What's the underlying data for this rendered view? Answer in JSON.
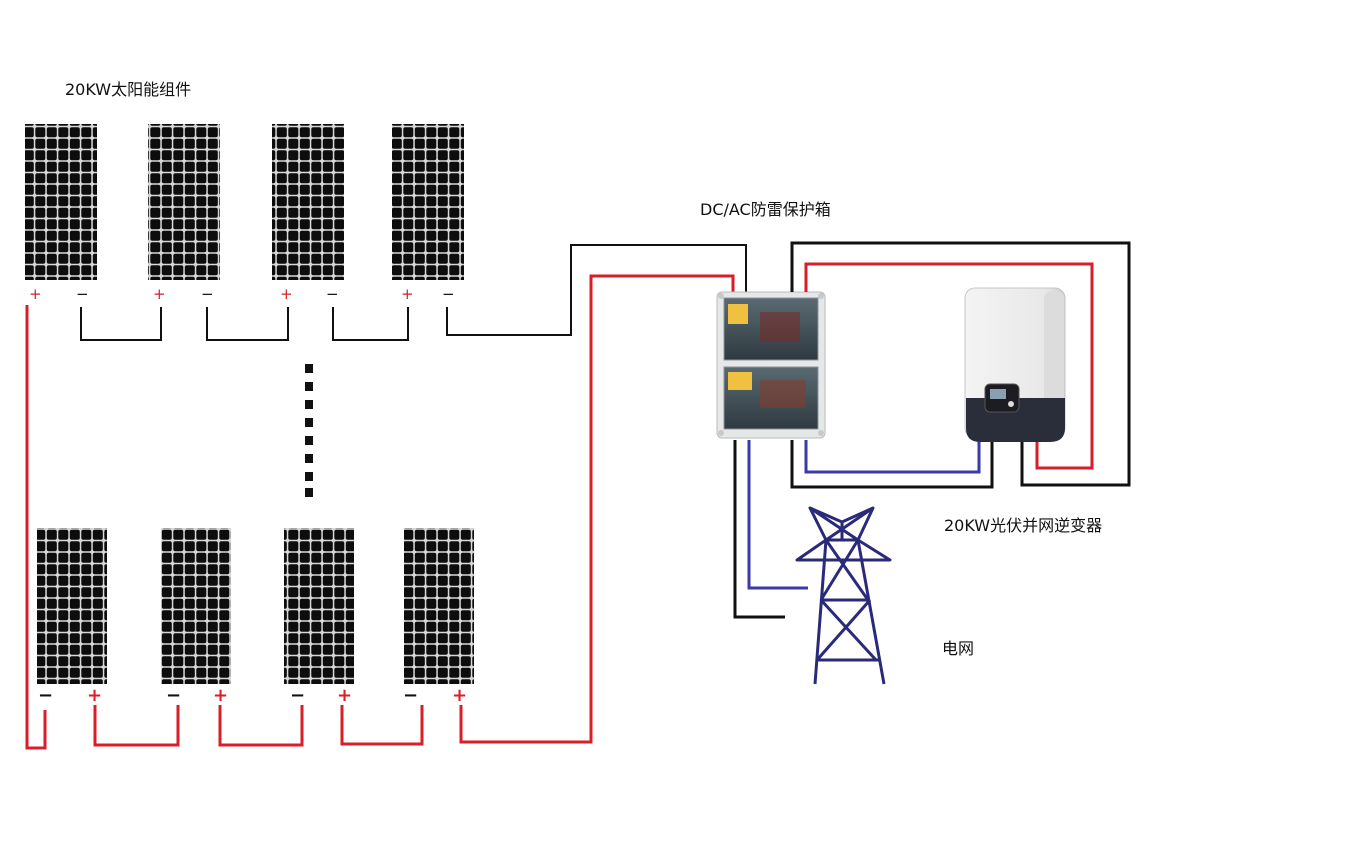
{
  "labels": {
    "array_title": "20KW太阳能组件",
    "combiner_title": "DC/AC防雷保护箱",
    "inverter_title": "20KW光伏并网逆变器",
    "grid_title": "电网"
  },
  "signs": {
    "plus": "+",
    "minus": "−"
  },
  "colors": {
    "positive_wire": "#d81e28",
    "negative_wire": "#111111",
    "ac_wire": "#3a3aa8",
    "panel_cell": "#0d0d0d",
    "tower": "#2a2a7a"
  },
  "icons": [
    "solar-panel-icon",
    "combiner-box-icon",
    "inverter-icon",
    "transmission-tower-icon"
  ]
}
